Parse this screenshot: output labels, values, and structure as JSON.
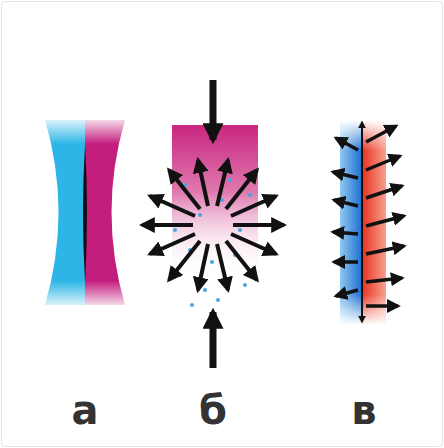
{
  "diagram": {
    "labels": [
      "а",
      "б",
      "в"
    ]
  }
}
